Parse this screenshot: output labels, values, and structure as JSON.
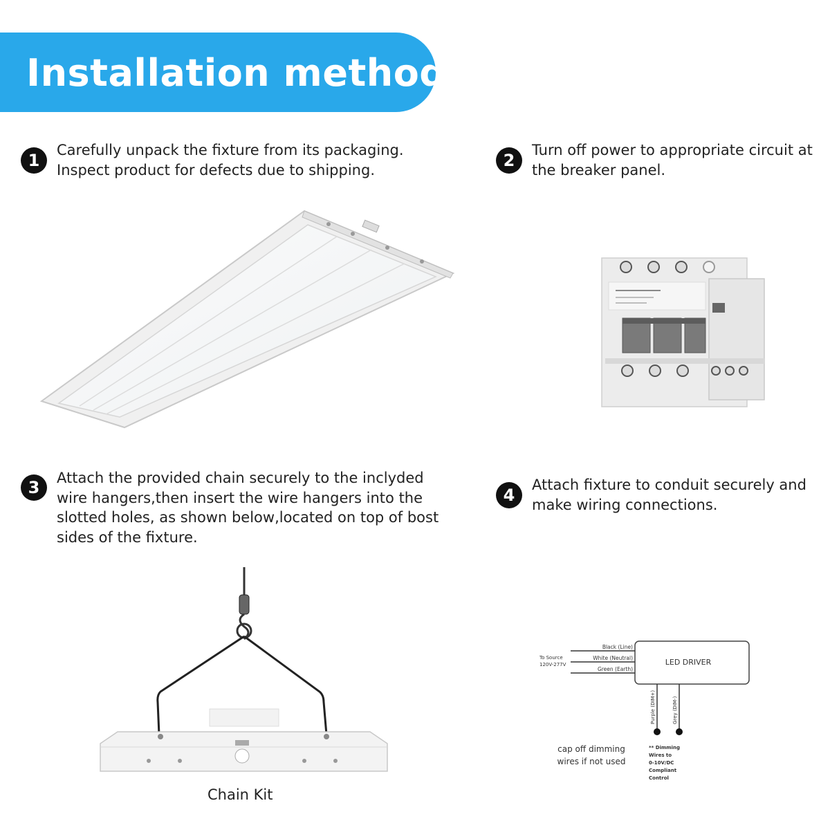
{
  "header": {
    "title": "Installation method"
  },
  "steps": [
    {
      "number": "1",
      "text": "Carefully unpack the fixture from its packaging. Inspect product for defects due to shipping."
    },
    {
      "number": "2",
      "text": "Turn off power to appropriate circuit at the breaker panel."
    },
    {
      "number": "3",
      "text": "Attach the provided chain securely to the inclyded wire hangers,then insert the wire hangers into the slotted holes, as shown below,located on top of bost sides of the fixture."
    },
    {
      "number": "4",
      "text": "Attach fixture to conduit securely and make wiring connections."
    }
  ],
  "chain_kit": {
    "caption": "Chain Kit"
  },
  "wiring": {
    "driver_label": "LED DRIVER",
    "source_label_1": "To Source",
    "source_label_2": "120V-277V",
    "wire_1": "Black (Line)",
    "wire_2": "White (Neutral)",
    "wire_3": "Green (Earth)",
    "dim_wire_1": "Purple (DIM+)",
    "dim_wire_2": "Grey (DIM-)",
    "cap_note_1": "cap off dimming",
    "cap_note_2": "wires if not used",
    "dim_note_1": "** Dimming",
    "dim_note_2": "Wires to",
    "dim_note_3": "0-10V/DC",
    "dim_note_4": "Compliant",
    "dim_note_5": "Control"
  }
}
